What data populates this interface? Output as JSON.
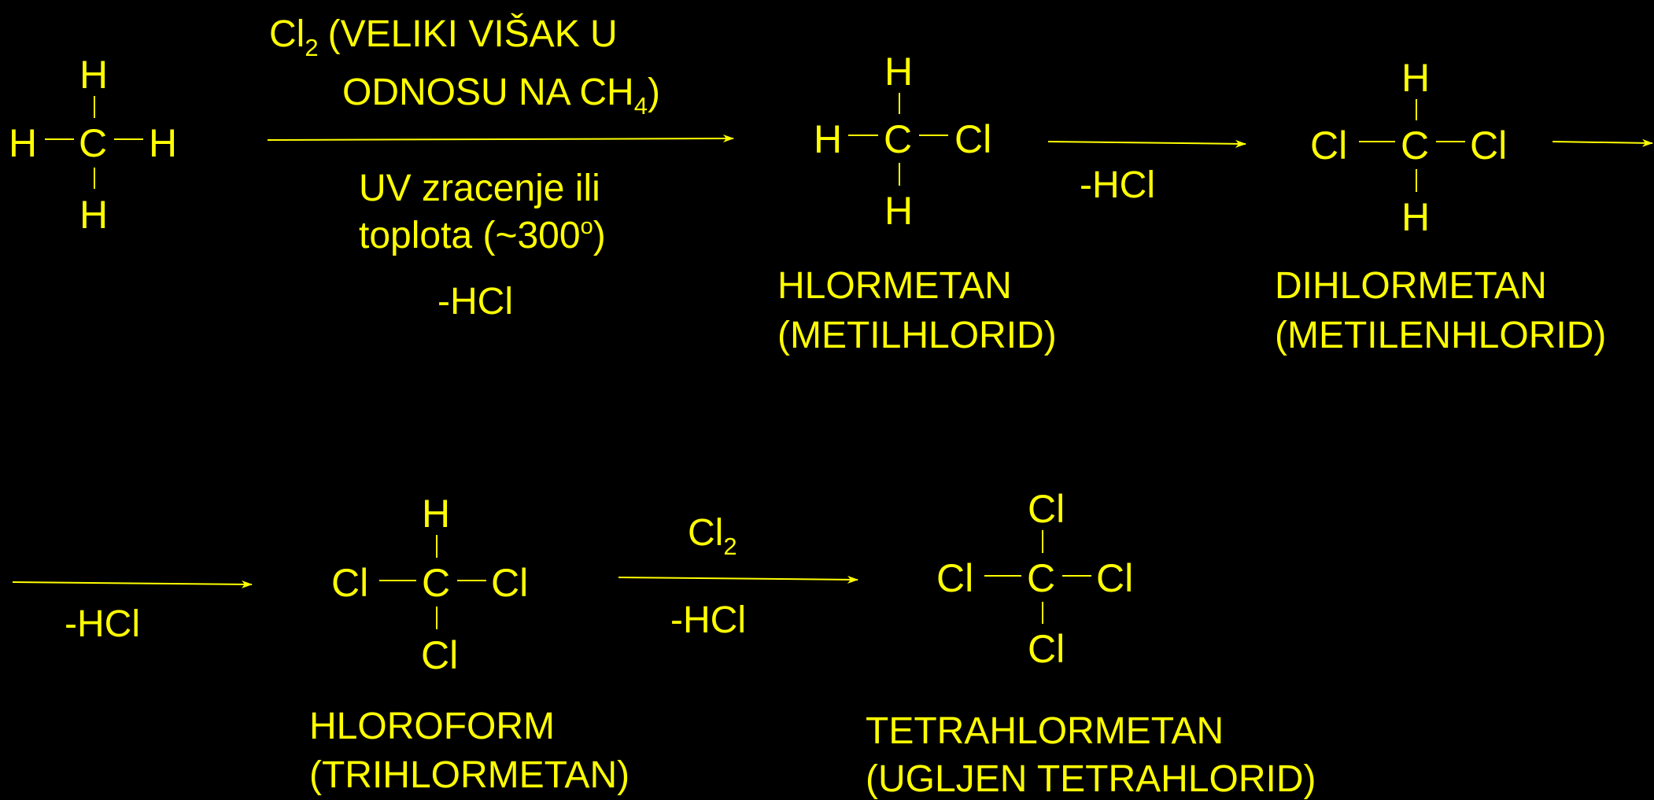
{
  "colors": {
    "background": "#000000",
    "foreground": "#ffff00"
  },
  "molecules": {
    "methane": {
      "top": "H",
      "left": "H",
      "center": "C",
      "right": "H",
      "bottom": "H"
    },
    "chloromethane": {
      "top": "H",
      "left": "H",
      "center": "C",
      "right": "Cl",
      "bottom": "H",
      "name": "HLORMETAN",
      "alt_name": "(METILHLORID)"
    },
    "dichloromethane": {
      "top": "H",
      "left": "Cl",
      "center": "C",
      "right": "Cl",
      "bottom": "H",
      "name": "DIHLORMETAN",
      "alt_name": "(METILENHLORID)"
    },
    "chloroform": {
      "top": "H",
      "left": "Cl",
      "center": "C",
      "right": "Cl",
      "bottom": "Cl",
      "name": "HLOROFORM",
      "alt_name": "(TRIHLORMETAN)"
    },
    "tetrachloromethane": {
      "top": "Cl",
      "left": "Cl",
      "center": "C",
      "right": "Cl",
      "bottom": "Cl",
      "name": "TETRAHLORMETAN",
      "alt_name": "(UGLJEN TETRAHLORID)"
    }
  },
  "reagents": {
    "step1": {
      "reagent": "Cl",
      "reagent_sub": "2",
      "condition_line1": "(VELIKI VIŠAK  U",
      "condition_line2_pre": "ODNOSU NA CH",
      "condition_line2_sub": "4",
      "condition_line2_post": ")",
      "condition_line3": "UV zracenje ili",
      "condition_line4_pre": "toplota (~300",
      "condition_line4_sup": "o",
      "condition_line4_post": ")",
      "byproduct": "-HCl"
    },
    "step2": {
      "byproduct": "-HCl"
    },
    "step3": {
      "byproduct": "-HCl"
    },
    "step4": {
      "reagent": "Cl",
      "reagent_sub": "2",
      "byproduct": "-HCl"
    }
  }
}
